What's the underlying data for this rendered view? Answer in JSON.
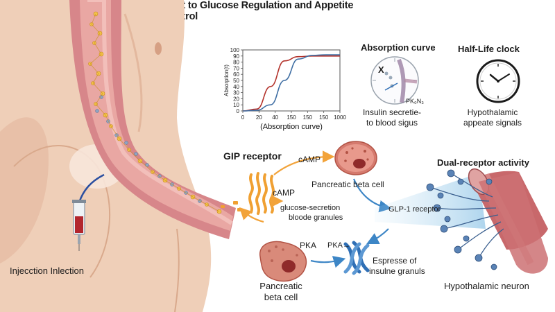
{
  "title": "Dual-Action Peptide Therapy: A Target to Glucose Regulation and Appetite Control",
  "absorption_chart": {
    "ylabel": "Absorption(t)",
    "xlabel": "(Absorption curve)",
    "y_ticks": [
      "0",
      "10",
      "20",
      "30",
      "40",
      "50",
      "60",
      "70",
      "80",
      "90",
      "100"
    ],
    "x_ticks": [
      "0",
      "20",
      "40",
      "150",
      "150",
      "150",
      "1000"
    ],
    "chart_data": {
      "type": "line",
      "x_tick_labels": [
        "0",
        "20",
        "40",
        "150",
        "150",
        "150",
        "1000"
      ],
      "ylim": [
        0,
        100
      ],
      "ylabel": "Absorption(t)",
      "xlabel": "(Absorption curve)",
      "series": [
        {
          "color": "#b3322b",
          "y": [
            0,
            3,
            40,
            82,
            89,
            90,
            90,
            90
          ]
        },
        {
          "color": "#3f6ea3",
          "y": [
            0,
            1,
            10,
            50,
            85,
            91,
            92,
            92
          ]
        }
      ]
    }
  },
  "absorption_panel": {
    "heading": "Absorption curve",
    "mark": "X",
    "chem": "PK₀N₃",
    "caption_1": "Insulin secretie-",
    "caption_2": "to blood sigus"
  },
  "half_life_panel": {
    "heading": "Half-Life clock",
    "caption_1": "Hypothalamic",
    "caption_2": "appeate signals"
  },
  "labels": {
    "injection": "Injecction Inlection",
    "gip_receptor": "GIP receptor",
    "camp_1": "cAMP",
    "camp_2": "cAMP",
    "beta_cell_top": "Pancreatic beta cell",
    "glucose_secretion_1": "glucose-secretion",
    "glucose_secretion_2": "bloode granules",
    "glp1_receptor": "GLP-1 receptor",
    "pka_1": "PKA",
    "pka_2": "PKA→",
    "espresse_1": "Espresse of",
    "espresse_2": "insulne granuls",
    "beta_cell_bottom_1": "Pancreatic",
    "beta_cell_bottom_2": "beta cell",
    "dual_receptor": "Dual-receptor activity",
    "hypothalamic_neuron": "Hypothalamic neuron"
  },
  "colors": {
    "skin": "#efcfb8",
    "skin_shadow": "#d9a98c",
    "vessel": "#d7868a",
    "vessel_dark": "#b4525a",
    "granule": "#f3c24a",
    "receptor_orange": "#f0a032",
    "receptor_blue": "#2f6fb5",
    "arrow_orange": "#f2a33a",
    "arrow_blue": "#3d86c6"
  }
}
